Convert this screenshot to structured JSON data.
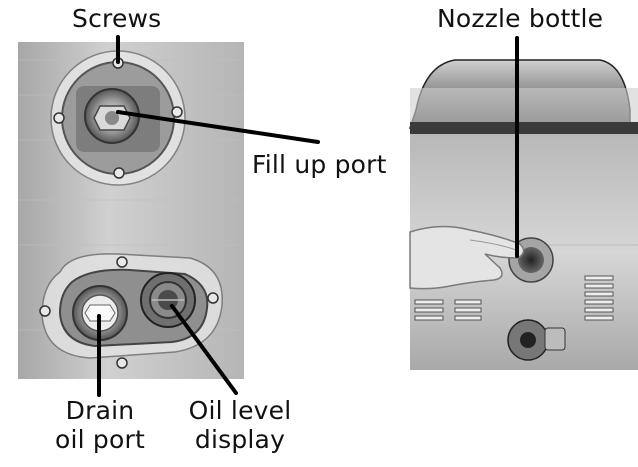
{
  "labels": {
    "screws": "Screws",
    "nozzle_bottle": "Nozzle bottle",
    "fill_up_port": "Fill up port",
    "drain_oil_port_line1": "Drain",
    "drain_oil_port_line2": "oil port",
    "oil_level_display_line1": "Oil level",
    "oil_level_display_line2": "display"
  },
  "colors": {
    "text": "#111111",
    "leader_line": "#000000",
    "steel_light": "#c9c9c9",
    "steel_dark": "#8e8e8e",
    "background": "#ffffff"
  }
}
